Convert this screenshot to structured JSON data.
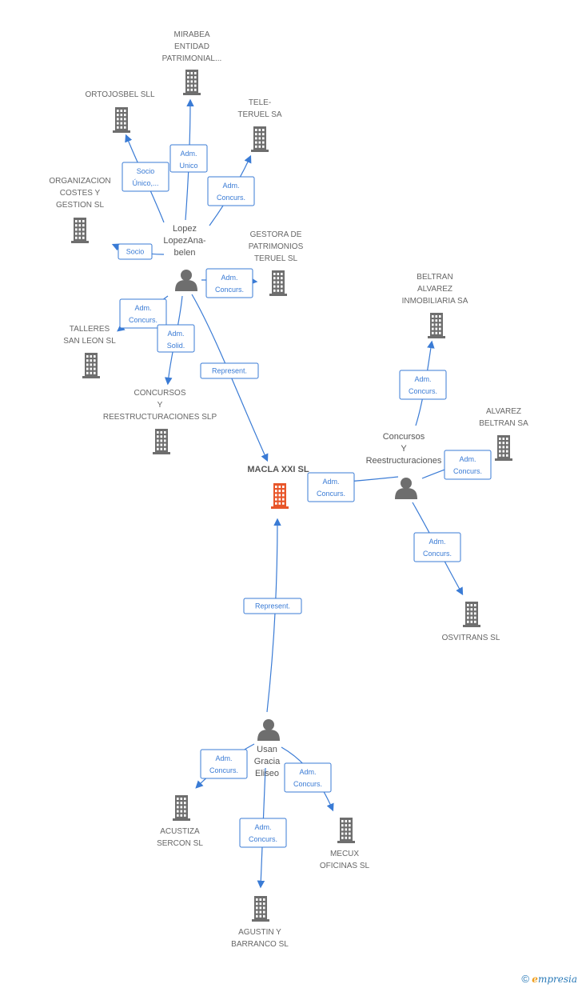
{
  "center": {
    "label": "MACLA XXI SL",
    "color": "#e8562a"
  },
  "companies": [
    {
      "id": "mirabea",
      "lines": [
        "MIRABEA",
        "ENTIDAD",
        "PATRIMONIAL..."
      ]
    },
    {
      "id": "ortojosbel",
      "lines": [
        "ORTOJOSBEL SLL"
      ]
    },
    {
      "id": "tele-teruel",
      "lines": [
        "TELE-",
        "TERUEL SA"
      ]
    },
    {
      "id": "organizacion",
      "lines": [
        "ORGANIZACION",
        "COSTES Y",
        "GESTION SL"
      ]
    },
    {
      "id": "gestora",
      "lines": [
        "GESTORA DE",
        "PATRIMONIOS",
        "TERUEL SL"
      ]
    },
    {
      "id": "beltran-alvarez",
      "lines": [
        "BELTRAN",
        "ALVAREZ",
        "INMOBILIARIA SA"
      ]
    },
    {
      "id": "talleres",
      "lines": [
        "TALLERES",
        "SAN LEON SL"
      ]
    },
    {
      "id": "concursos-slp",
      "lines": [
        "CONCURSOS",
        "Y",
        "REESTRUCTURACIONES SLP"
      ]
    },
    {
      "id": "alvarez-beltran",
      "lines": [
        "ALVAREZ",
        "BELTRAN SA"
      ]
    },
    {
      "id": "osvitrans",
      "lines": [
        "OSVITRANS SL"
      ]
    },
    {
      "id": "acustiza",
      "lines": [
        "ACUSTIZA",
        "SERCON SL"
      ]
    },
    {
      "id": "mecux",
      "lines": [
        "MECUX",
        "OFICINAS SL"
      ]
    },
    {
      "id": "agustin",
      "lines": [
        "AGUSTIN Y",
        "BARRANCO SL"
      ]
    }
  ],
  "people": [
    {
      "id": "lopez",
      "lines": [
        "Lopez",
        "LopezAna-",
        "belen"
      ]
    },
    {
      "id": "concursos-person",
      "lines": [
        "Concursos",
        "Y",
        "Reestructuraciones"
      ]
    },
    {
      "id": "usan",
      "lines": [
        "Usan",
        "Gracia",
        "Eliseo"
      ]
    }
  ],
  "edges": [
    {
      "id": "e-mirabea",
      "lines": [
        "Adm.",
        "Unico"
      ]
    },
    {
      "id": "e-ortojosbel",
      "lines": [
        "Socio",
        "Único,..."
      ]
    },
    {
      "id": "e-tele",
      "lines": [
        "Adm.",
        "Concurs."
      ]
    },
    {
      "id": "e-organizacion",
      "lines": [
        "Socio"
      ]
    },
    {
      "id": "e-gestora",
      "lines": [
        "Adm.",
        "Concurs."
      ]
    },
    {
      "id": "e-talleres",
      "lines": [
        "Adm.",
        "Concurs."
      ]
    },
    {
      "id": "e-concursos-slp",
      "lines": [
        "Adm.",
        "Solid."
      ]
    },
    {
      "id": "e-lopez-macla",
      "lines": [
        "Represent."
      ]
    },
    {
      "id": "e-person-macla",
      "lines": [
        "Adm.",
        "Concurs."
      ]
    },
    {
      "id": "e-beltran",
      "lines": [
        "Adm.",
        "Concurs."
      ]
    },
    {
      "id": "e-alvarez",
      "lines": [
        "Adm.",
        "Concurs."
      ]
    },
    {
      "id": "e-osvitrans",
      "lines": [
        "Adm.",
        "Concurs."
      ]
    },
    {
      "id": "e-usan-macla",
      "lines": [
        "Represent."
      ]
    },
    {
      "id": "e-acustiza",
      "lines": [
        "Adm.",
        "Concurs."
      ]
    },
    {
      "id": "e-mecux",
      "lines": [
        "Adm.",
        "Concurs."
      ]
    },
    {
      "id": "e-agustin",
      "lines": [
        "Adm.",
        "Concurs."
      ]
    }
  ],
  "footer": {
    "copyright": "©",
    "brand_initial": "e",
    "brand_rest": "mpresia"
  },
  "colors": {
    "edge": "#3a7bd5",
    "building": "#6e6e6e",
    "person": "#6e6e6e"
  }
}
